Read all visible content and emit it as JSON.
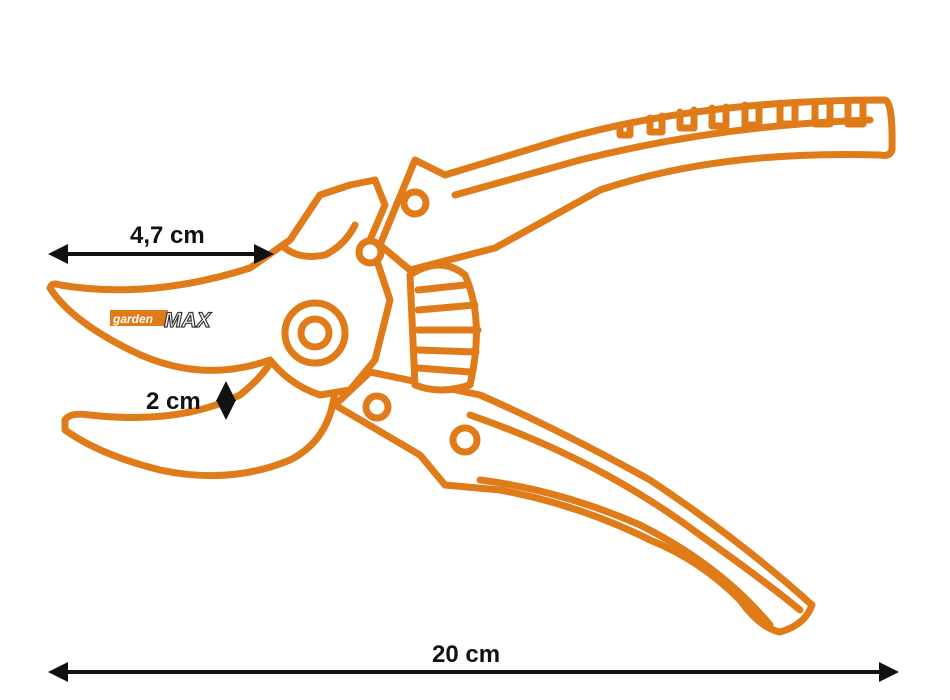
{
  "logo": {
    "text_small": "garden",
    "text_big": "MAX"
  },
  "dimensions": {
    "blade_length": "4,7 cm",
    "blade_opening": "2 cm",
    "total_length": "20 cm"
  },
  "colors": {
    "outline": "#E07B1A",
    "arrow": "#111111"
  }
}
